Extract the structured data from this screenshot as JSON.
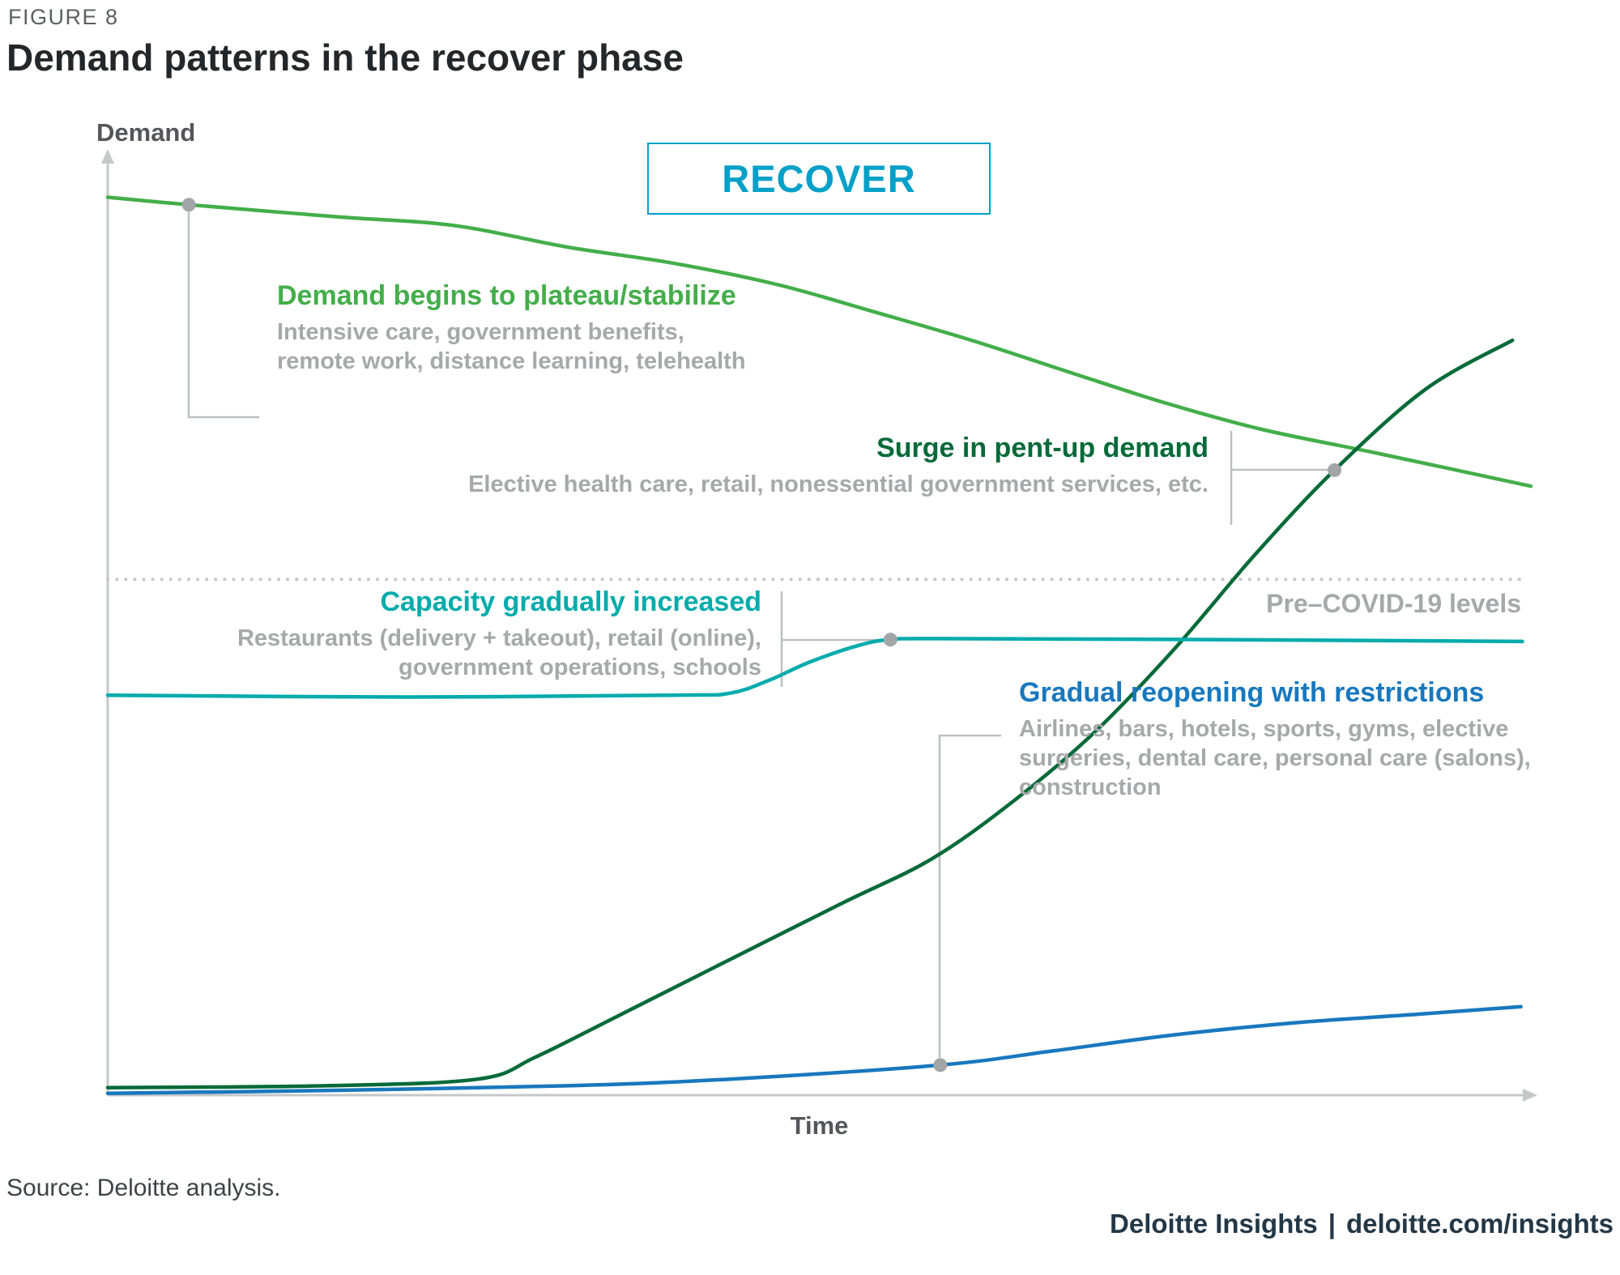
{
  "figure_label": "FIGURE 8",
  "title": "Demand patterns in the recover phase",
  "phase": {
    "label": "RECOVER",
    "color": "#00A0C8"
  },
  "axis": {
    "y_label": "Demand",
    "x_label": "Time"
  },
  "reference": {
    "label": "Pre–COVID-19 levels"
  },
  "palette": {
    "green": "#43AE49",
    "dark_green": "#046A38",
    "teal": "#00ABAB",
    "blue": "#1878BE",
    "cyan": "#00A0C8",
    "annotation_gray": "#A7A8AA",
    "axis_gray": "#C6C7C9"
  },
  "annotations": [
    {
      "heading": "Demand begins to plateau/stabilize",
      "color": "#43AE49",
      "lines": [
        "Intensive care, government benefits,",
        "remote work, distance learning, telehealth"
      ]
    },
    {
      "heading": "Surge in pent-up demand",
      "color": "#046A38",
      "lines": [
        "Elective health care, retail, nonessential government services, etc."
      ]
    },
    {
      "heading": "Capacity gradually increased",
      "color": "#00ABAB",
      "lines": [
        "Restaurants (delivery + takeout), retail (online),",
        "government operations, schools"
      ]
    },
    {
      "heading": "Gradual reopening with restrictions",
      "color": "#1878BE",
      "lines": [
        "Airlines, bars, hotels, sports, gyms, elective",
        "surgeries, dental care, personal care (salons),",
        "construction"
      ]
    }
  ],
  "source": "Source: Deloitte analysis.",
  "footer": {
    "brand": "Deloitte Insights",
    "separator": "|",
    "link": "deloitte.com/insights"
  },
  "chart_data": {
    "type": "line",
    "title": "Demand patterns in the recover phase",
    "xlabel": "Time",
    "ylabel": "Demand",
    "x_range": [
      0,
      100
    ],
    "y_range": [
      0,
      100
    ],
    "grid": false,
    "legend_position": "inline-annotations",
    "reference_line": {
      "label": "Pre–COVID-19 levels",
      "y": 54.8,
      "style": "dotted"
    },
    "series": [
      {
        "name": "Demand begins to plateau/stabilize (intensive care, government benefits, remote work, distance learning, telehealth)",
        "color": "#43AE49",
        "marker": [
          5.7,
          94.6
        ],
        "points": [
          [
            0,
            95.4
          ],
          [
            5.7,
            94.6
          ],
          [
            16.3,
            93.3
          ],
          [
            24.3,
            92.4
          ],
          [
            32.3,
            90.1
          ],
          [
            39.7,
            88.4
          ],
          [
            47.1,
            86.1
          ],
          [
            53.9,
            83.2
          ],
          [
            60.7,
            80.2
          ],
          [
            67.6,
            76.8
          ],
          [
            74.4,
            73.5
          ],
          [
            81.2,
            70.7
          ],
          [
            89.2,
            68.2
          ],
          [
            100,
            64.7
          ]
        ]
      },
      {
        "name": "Surge in pent-up demand (elective health care, retail, nonessential government services, etc.)",
        "color": "#046A38",
        "marker": [
          86.2,
          66.4
        ],
        "points": [
          [
            0,
            0.8
          ],
          [
            15.2,
            1.0
          ],
          [
            26.0,
            1.7
          ],
          [
            30.0,
            4.0
          ],
          [
            35.7,
            8.3
          ],
          [
            43.7,
            14.4
          ],
          [
            51.6,
            20.4
          ],
          [
            57.9,
            25.1
          ],
          [
            63.6,
            31.2
          ],
          [
            69.3,
            38.5
          ],
          [
            75.0,
            47.5
          ],
          [
            80.6,
            57.4
          ],
          [
            86.2,
            66.4
          ],
          [
            92.6,
            75.0
          ],
          [
            98.7,
            80.2
          ]
        ]
      },
      {
        "name": "Capacity gradually increased (restaurants (delivery + takeout), retail (online), government operations, schools)",
        "color": "#00ABAB",
        "marker": [
          55.0,
          48.4
        ],
        "points": [
          [
            0,
            42.5
          ],
          [
            20.9,
            42.3
          ],
          [
            39.7,
            42.5
          ],
          [
            43.7,
            42.7
          ],
          [
            46.5,
            44.1
          ],
          [
            49.3,
            46.0
          ],
          [
            52.8,
            47.8
          ],
          [
            55.0,
            48.4
          ],
          [
            58.5,
            48.5
          ],
          [
            77.8,
            48.4
          ],
          [
            99.4,
            48.2
          ]
        ]
      },
      {
        "name": "Gradual reopening with restrictions (airlines, bars, hotels, sports, gyms, elective surgeries, dental care, personal care (salons), construction)",
        "color": "#1878BE",
        "marker": [
          58.5,
          3.2
        ],
        "points": [
          [
            0,
            0.2
          ],
          [
            15.2,
            0.5
          ],
          [
            32.3,
            1.0
          ],
          [
            43.7,
            1.7
          ],
          [
            58.5,
            3.2
          ],
          [
            66.4,
            4.7
          ],
          [
            74.9,
            6.4
          ],
          [
            83.5,
            7.7
          ],
          [
            92.0,
            8.6
          ],
          [
            99.3,
            9.4
          ]
        ]
      }
    ]
  }
}
